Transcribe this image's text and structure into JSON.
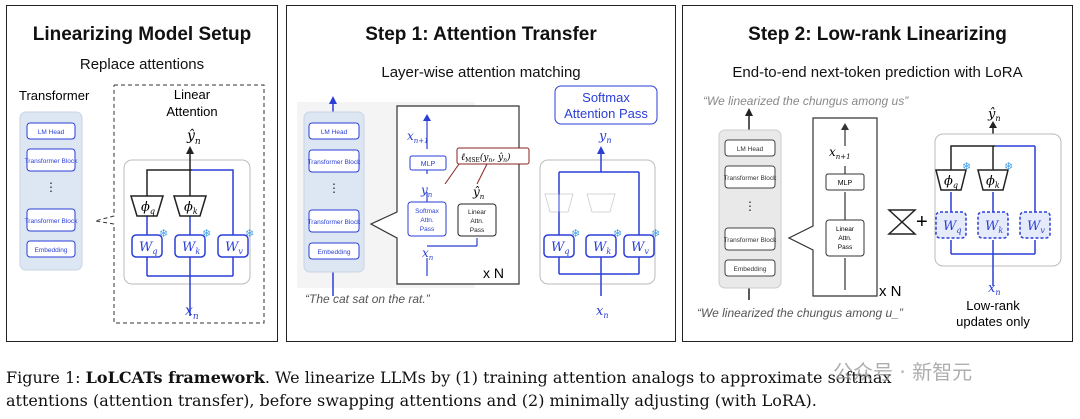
{
  "panels": [
    {
      "title": "Linearizing Model Setup",
      "subtitle": "Replace attentions",
      "transformer_label": "Transformer",
      "linear_label_1": "Linear",
      "linear_label_2": "Attention",
      "output": "ŷ",
      "output_sub": "n",
      "input": "x",
      "input_sub": "n",
      "blocks": [
        "LM Head",
        "Transformer Block",
        "⋮",
        "Transformer Block",
        "Embedding"
      ],
      "phi_q": "ϕ",
      "phi_q_sub": "q",
      "phi_k": "ϕ",
      "phi_k_sub": "k",
      "wq": "W",
      "wq_sub": "q",
      "wk": "W",
      "wk_sub": "k",
      "wv": "W",
      "wv_sub": "v"
    },
    {
      "title": "Step 1: Attention Transfer",
      "subtitle": "Layer-wise attention matching",
      "softmax_label_1": "Softmax",
      "softmax_label_2": "Attention Pass",
      "blocks": [
        "LM Head",
        "Transformer Block",
        "⋮",
        "Transformer Block",
        "Embedding"
      ],
      "x_next": "x",
      "x_next_sub": "n+1",
      "mlp": "MLP",
      "loss": "ℓ",
      "loss_sub": "MSE",
      "loss_args": "(y",
      "loss_args_sub": "n",
      "loss_args_2": ", ŷ",
      "loss_args_sub_2": "n",
      "loss_args_3": ")",
      "y_n": "y",
      "y_n_sub": "n",
      "yhat_n": "ŷ",
      "yhat_n_sub": "n",
      "softmax_box_1": "Softmax",
      "softmax_box_2": "Attn.",
      "softmax_box_3": "Pass",
      "linear_box_1": "Linear",
      "linear_box_2": "Attn.",
      "linear_box_3": "Pass",
      "x_n": "x",
      "x_n_sub": "n",
      "times_n": "x N",
      "quote": "“The cat sat on the rat.”",
      "out_y": "y",
      "out_y_sub": "n",
      "in_x": "x",
      "in_x_sub": "n",
      "wq": "W",
      "wq_sub": "q",
      "wk": "W",
      "wk_sub": "k",
      "wv": "W",
      "wv_sub": "v"
    },
    {
      "title": "Step 2: Low-rank Linearizing",
      "subtitle": "End-to-end next-token prediction with LoRA",
      "quote_top": "“We linearized the chungus among us”",
      "quote_bottom": "“We linearized the chungus among u_”",
      "blocks": [
        "LM Head",
        "Transformer Block",
        "⋮",
        "Transformer Block",
        "Embedding"
      ],
      "x_next": "x",
      "x_next_sub": "n+1",
      "mlp": "MLP",
      "linear_box_1": "Linear",
      "linear_box_2": "Attn.",
      "linear_box_3": "Pass",
      "times_n": "x N",
      "plus": "+",
      "out_y": "ŷ",
      "out_y_sub": "n",
      "in_x": "x",
      "in_x_sub": "n",
      "phi_q": "ϕ",
      "phi_q_sub": "q",
      "phi_k": "ϕ",
      "phi_k_sub": "k",
      "wq": "W",
      "wq_sub": "q",
      "wk": "W",
      "wk_sub": "k",
      "wv": "W",
      "wv_sub": "v",
      "lowrank_1": "Low-rank",
      "lowrank_2": "updates only"
    }
  ],
  "caption": {
    "label": "Figure 1:",
    "bold": "LoLCATs framework",
    "line1_rest": ". We linearize LLMs by (1) training attention analogs to approximate softmax",
    "line2": "attentions (attention transfer), before swapping attentions and (2) minimally adjusting (with LoRA)."
  },
  "watermark": "公众号 · 新智元",
  "colors": {
    "blue": "#2a3ed6",
    "light_blue": "#44a0e8",
    "block_bg": "#dde6f3",
    "border": "#222222"
  }
}
